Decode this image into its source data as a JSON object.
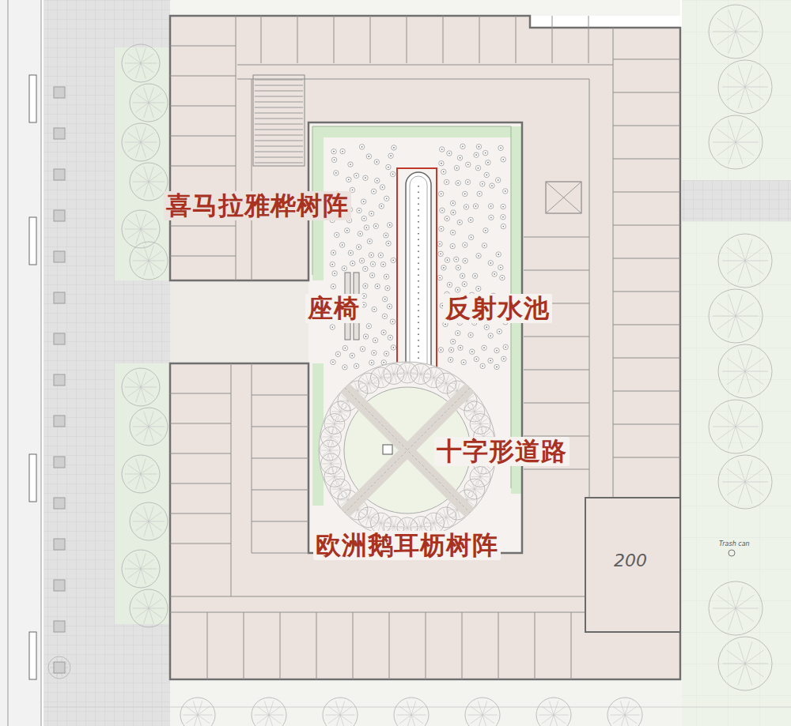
{
  "diagram": {
    "labels": [
      "喜马拉雅桦树阵",
      "座椅",
      "反射水池",
      "十字形道路",
      "欧洲鹅耳枥树阵",
      "200",
      "Trash can"
    ]
  }
}
